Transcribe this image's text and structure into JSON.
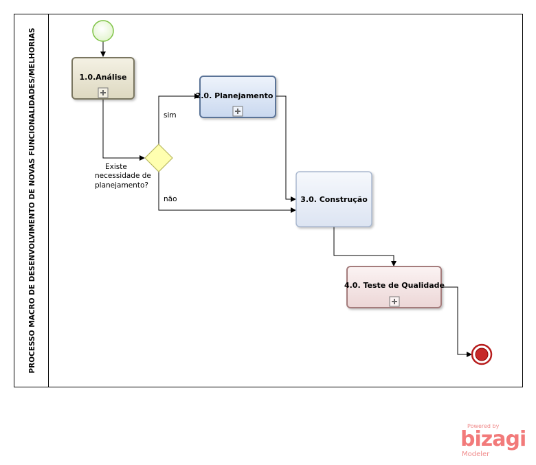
{
  "pool": {
    "title": "PROCESSO MACRO DE DESENVOLVIMENTO DE NOVAS FUNCIONALIDADES/MELHORIAS"
  },
  "tasks": {
    "analise": "1.0.Análise",
    "planejamento": "2.0. Planejamento",
    "construcao": "3.0. Construção",
    "teste": "4.0. Teste de Qualidade"
  },
  "gateway": {
    "question_lines": [
      "Existe",
      "necessidade de",
      "planejamento?"
    ]
  },
  "flows": {
    "yes": "sim",
    "no": "não"
  },
  "branding": {
    "powered_by": "Powered by",
    "brand": "bizagi",
    "product": "Modeler"
  },
  "colors": {
    "start_event": "#8bc34a",
    "end_event": "#b71c1c",
    "gateway": "#ffffb0",
    "brand": "#f27a7a"
  }
}
